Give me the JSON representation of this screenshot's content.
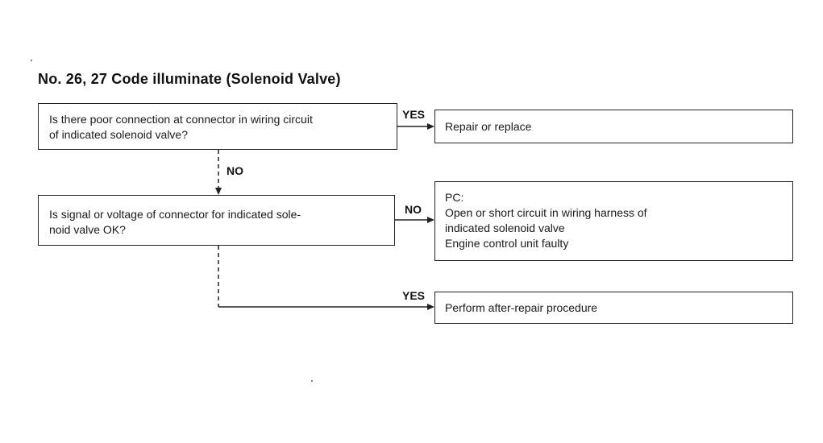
{
  "title": "No. 26, 27 Code illuminate (Solenoid Valve)",
  "questions": [
    {
      "lines": [
        "Is there poor connection at connector in wiring circuit",
        "of indicated solenoid valve?"
      ]
    },
    {
      "lines": [
        "Is signal or voltage of connector for indicated sole-",
        "noid valve OK?"
      ]
    }
  ],
  "results": [
    {
      "lines": [
        "Repair or replace"
      ]
    },
    {
      "lines": [
        "PC:",
        "Open or short circuit in wiring harness of",
        "indicated solenoid valve",
        "Engine control unit faulty"
      ]
    },
    {
      "lines": [
        "Perform after-repair procedure"
      ]
    }
  ],
  "labels": {
    "yes1": "YES",
    "no1": "NO",
    "no2": "NO",
    "yes2": "YES"
  },
  "colors": {
    "line": "#222222",
    "text": "#111111"
  }
}
